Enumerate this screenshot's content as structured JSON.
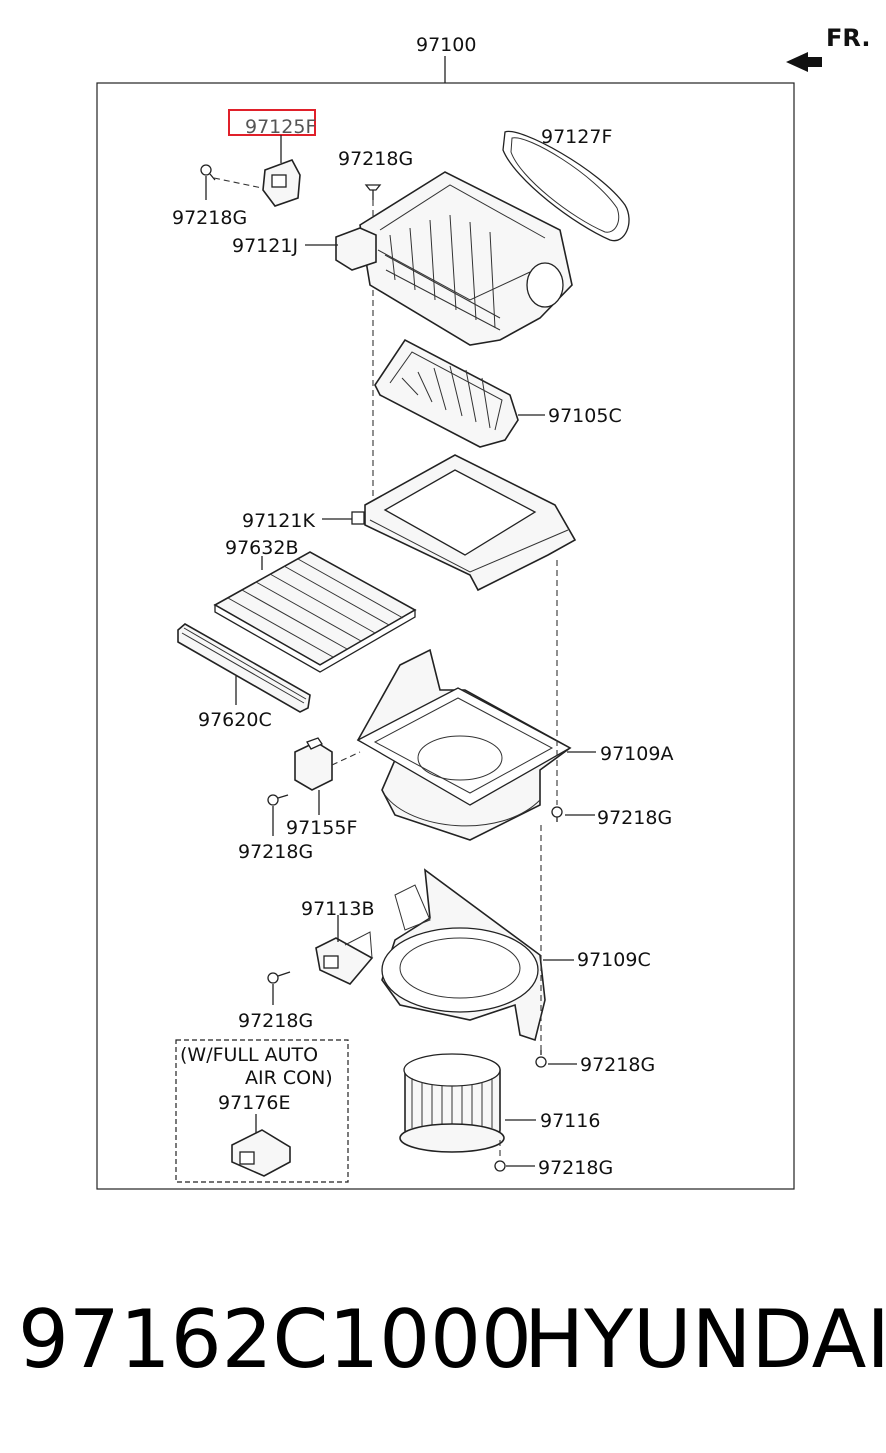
{
  "diagram": {
    "direction_label": "FR.",
    "assembly_label": "97100",
    "highlight_color": "#e0202a",
    "callouts": {
      "sensor": "97125F",
      "gasket": "97127F",
      "screw_top": "97218G",
      "screw_sensor": "97218G",
      "case_j": "97121J",
      "door": "97105C",
      "case_k": "97121K",
      "filter": "97632B",
      "filter_cover": "97620C",
      "upper_case": "97109A",
      "screw_a_right": "97218G",
      "actuator": "97155F",
      "screw_actuator": "97218G",
      "resistor": "97113B",
      "lower_case": "97109C",
      "screw_resistor": "97218G",
      "screw_c_right": "97218G",
      "motor": "97116",
      "screw_motor": "97218G"
    },
    "option_box": {
      "line1": "(W/FULL AUTO",
      "line2": "AIR CON)",
      "part": "97176E"
    }
  },
  "caption": {
    "part_number": "97162C1000",
    "brand": "HYUNDAI"
  }
}
